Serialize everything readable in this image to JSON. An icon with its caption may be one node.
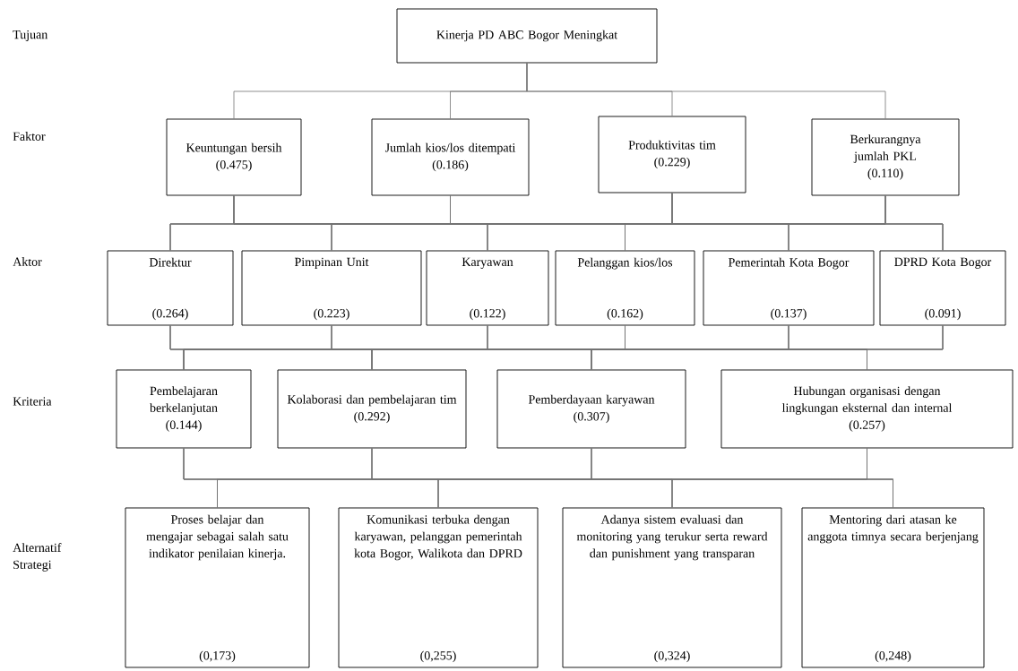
{
  "diagram": {
    "nodes": [
      {
        "text": [
          "Kinerja PD ABC Bogor Meningkat"
        ]
      },
      {
        "text": [
          "Keuntungan bersih",
          "(0.475)"
        ]
      },
      {
        "text": [
          "Jumlah kios/los ditempati",
          "(0.186)"
        ]
      },
      {
        "text": [
          "Produktivitas tim",
          "(0.229)"
        ]
      },
      {
        "text": [
          "Berkurangnya jumlah PKL",
          "(0.110)"
        ]
      },
      {
        "text": [
          "Direktur",
          "(0.264)"
        ]
      },
      {
        "text": [
          "Pimpinan Unit",
          "(0.223)"
        ]
      },
      {
        "text": [
          "Karyawan",
          "(0.122)"
        ]
      },
      {
        "text": [
          "Pelanggan kios/los",
          "(0.162)"
        ]
      },
      {
        "text": [
          "Pemerintah Kota Bogor",
          "(0.137)"
        ]
      },
      {
        "text": [
          "DPRD Kota Bogor",
          "(0.091)"
        ]
      },
      {
        "text": [
          "Pembelajaran berkelanjutan",
          "(0.144)"
        ]
      },
      {
        "text": [
          "Kolaborasi dan pembelajaran tim",
          "(0.292)"
        ]
      },
      {
        "text": [
          "Pemberdayaan karyawan",
          "(0.307)"
        ]
      },
      {
        "text": [
          "Hubungan organisasi dengan lingkungan eksternal dan internal",
          "(0.257)"
        ]
      },
      {
        "text": [
          "Proses belajar dan mengajar sebagai salah satu indikator penilaian kinerja.",
          "(0,173)"
        ]
      },
      {
        "text": [
          "Komunikasi terbuka dengan karyawan, pelanggan pemerintah kota Bogor, Walikota dan DPRD",
          "(0,255)"
        ]
      },
      {
        "text": [
          "Adanya sistem evaluasi dan monitoring yang terukur serta reward dan punishment yang transparan",
          "(0,324)"
        ]
      },
      {
        "text": [
          "Mentoring dari atasan ke anggota timnya secara berjenjang",
          "(0,248)"
        ]
      }
    ],
    "edges": [
      {
        "from": 0,
        "to": 1,
        "arrow": "none"
      },
      {
        "from": 0,
        "to": 2,
        "arrow": "none"
      },
      {
        "from": 0,
        "to": 3,
        "arrow": "none"
      },
      {
        "from": 0,
        "to": 4,
        "arrow": "none"
      },
      {
        "from": 1,
        "to": 5,
        "arrow": "none"
      },
      {
        "from": 1,
        "to": 6,
        "arrow": "none"
      },
      {
        "from": 1,
        "to": 7,
        "arrow": "none"
      },
      {
        "from": 1,
        "to": 8,
        "arrow": "none"
      },
      {
        "from": 1,
        "to": 9,
        "arrow": "none"
      },
      {
        "from": 1,
        "to": 10,
        "arrow": "none"
      },
      {
        "from": 2,
        "to": 5,
        "arrow": "none"
      },
      {
        "from": 2,
        "to": 6,
        "arrow": "none"
      },
      {
        "from": 2,
        "to": 7,
        "arrow": "none"
      },
      {
        "from": 2,
        "to": 8,
        "arrow": "none"
      },
      {
        "from": 2,
        "to": 9,
        "arrow": "none"
      },
      {
        "from": 2,
        "to": 10,
        "arrow": "none"
      },
      {
        "from": 3,
        "to": 5,
        "arrow": "none"
      },
      {
        "from": 3,
        "to": 6,
        "arrow": "none"
      },
      {
        "from": 3,
        "to": 7,
        "arrow": "none"
      },
      {
        "from": 3,
        "to": 8,
        "arrow": "none"
      },
      {
        "from": 3,
        "to": 9,
        "arrow": "none"
      },
      {
        "from": 3,
        "to": 10,
        "arrow": "none"
      },
      {
        "from": 4,
        "to": 5,
        "arrow": "none"
      },
      {
        "from": 4,
        "to": 6,
        "arrow": "none"
      },
      {
        "from": 4,
        "to": 7,
        "arrow": "none"
      },
      {
        "from": 4,
        "to": 8,
        "arrow": "none"
      },
      {
        "from": 4,
        "to": 9,
        "arrow": "none"
      },
      {
        "from": 4,
        "to": 10,
        "arrow": "none"
      },
      {
        "from": 5,
        "to": 11,
        "arrow": "none"
      },
      {
        "from": 5,
        "to": 12,
        "arrow": "none"
      },
      {
        "from": 5,
        "to": 13,
        "arrow": "none"
      },
      {
        "from": 5,
        "to": 14,
        "arrow": "none"
      },
      {
        "from": 6,
        "to": 11,
        "arrow": "none"
      },
      {
        "from": 6,
        "to": 12,
        "arrow": "none"
      },
      {
        "from": 6,
        "to": 13,
        "arrow": "none"
      },
      {
        "from": 6,
        "to": 14,
        "arrow": "none"
      },
      {
        "from": 7,
        "to": 11,
        "arrow": "none"
      },
      {
        "from": 7,
        "to": 12,
        "arrow": "none"
      },
      {
        "from": 7,
        "to": 13,
        "arrow": "none"
      },
      {
        "from": 7,
        "to": 14,
        "arrow": "none"
      },
      {
        "from": 8,
        "to": 11,
        "arrow": "none"
      },
      {
        "from": 8,
        "to": 12,
        "arrow": "none"
      },
      {
        "from": 8,
        "to": 13,
        "arrow": "none"
      },
      {
        "from": 8,
        "to": 14,
        "arrow": "none"
      },
      {
        "from": 9,
        "to": 11,
        "arrow": "none"
      },
      {
        "from": 9,
        "to": 12,
        "arrow": "none"
      },
      {
        "from": 9,
        "to": 13,
        "arrow": "none"
      },
      {
        "from": 9,
        "to": 14,
        "arrow": "none"
      },
      {
        "from": 10,
        "to": 11,
        "arrow": "none"
      },
      {
        "from": 10,
        "to": 12,
        "arrow": "none"
      },
      {
        "from": 10,
        "to": 13,
        "arrow": "none"
      },
      {
        "from": 10,
        "to": 14,
        "arrow": "none"
      },
      {
        "from": 11,
        "to": 15,
        "arrow": "none"
      },
      {
        "from": 11,
        "to": 16,
        "arrow": "none"
      },
      {
        "from": 11,
        "to": 17,
        "arrow": "none"
      },
      {
        "from": 11,
        "to": 18,
        "arrow": "none"
      },
      {
        "from": 12,
        "to": 15,
        "arrow": "none"
      },
      {
        "from": 12,
        "to": 16,
        "arrow": "none"
      },
      {
        "from": 12,
        "to": 17,
        "arrow": "none"
      },
      {
        "from": 12,
        "to": 18,
        "arrow": "none"
      },
      {
        "from": 13,
        "to": 15,
        "arrow": "none"
      },
      {
        "from": 13,
        "to": 16,
        "arrow": "none"
      },
      {
        "from": 13,
        "to": 17,
        "arrow": "none"
      },
      {
        "from": 13,
        "to": 18,
        "arrow": "none"
      },
      {
        "from": 14,
        "to": 15,
        "arrow": "none"
      },
      {
        "from": 14,
        "to": 16,
        "arrow": "none"
      },
      {
        "from": 14,
        "to": 17,
        "arrow": "none"
      },
      {
        "from": 14,
        "to": 18,
        "arrow": "none"
      }
    ],
    "labels": [
      "Tujuan",
      "Faktor",
      "Aktor",
      "Kriteria",
      "Alternatif Strategi"
    ]
  }
}
